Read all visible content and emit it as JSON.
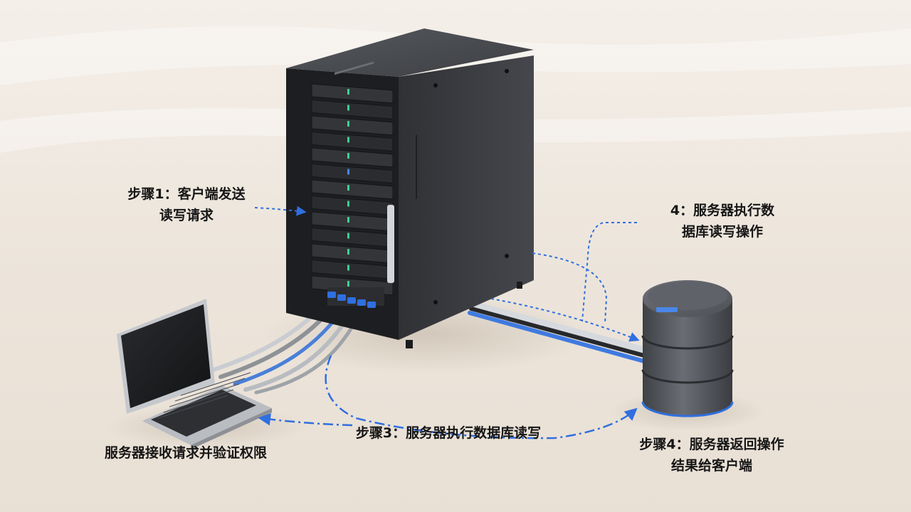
{
  "labels": {
    "step1": {
      "line1": "步骤1：客户端发送",
      "line2": "读写请求"
    },
    "step2": {
      "line1": "服务器接收请求并验证权限"
    },
    "step3": {
      "line1": "步骤3：服务器执行数据库读写"
    },
    "server_exec": {
      "line1": "4：服务器执行数",
      "line2": "据库读写操作"
    },
    "step4": {
      "line1": "步骤4：服务器返回操作",
      "line2": "结果给客户端"
    }
  },
  "colors": {
    "arrow": "#2f6fe0",
    "background": "#efe8e0",
    "rack": "#3a3c40",
    "database": "#55585e"
  }
}
